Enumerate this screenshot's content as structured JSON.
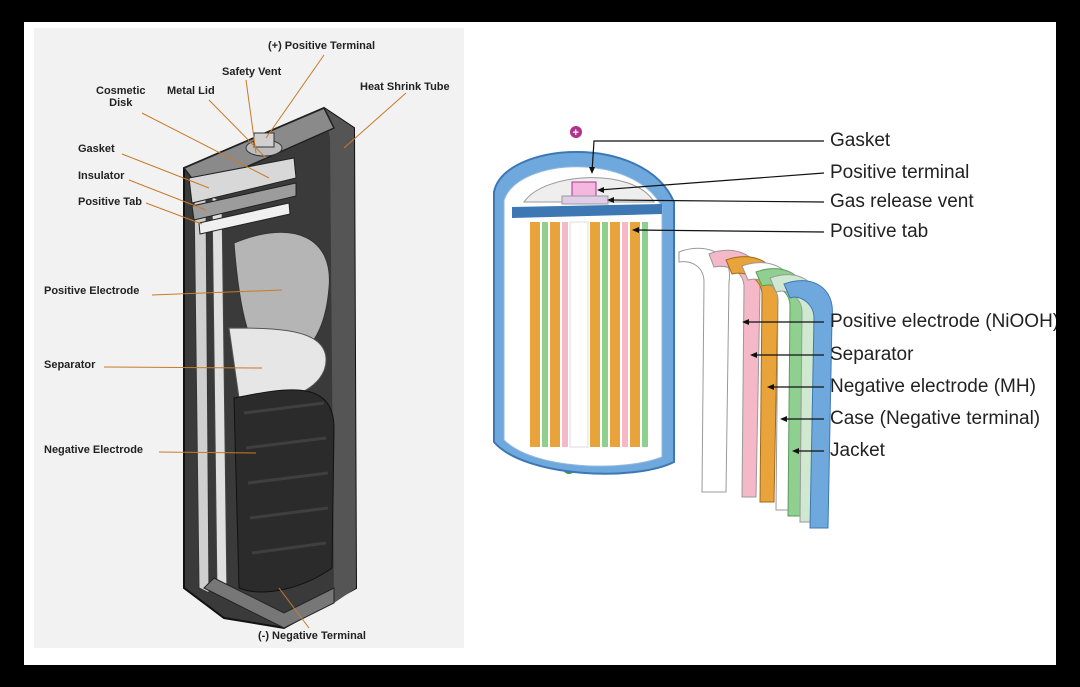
{
  "left_diagram": {
    "labels": {
      "positive_terminal": "(+) Positive Terminal",
      "safety_vent": "Safety Vent",
      "heat_shrink_tube": "Heat Shrink Tube",
      "cosmetic_disk_line1": "Cosmetic",
      "cosmetic_disk_line2": "Disk",
      "metal_lid": "Metal Lid",
      "gasket": "Gasket",
      "insulator": "Insulator",
      "positive_tab": "Positive Tab",
      "positive_electrode": "Positive Electrode",
      "separator": "Separator",
      "negative_electrode": "Negative Electrode",
      "negative_terminal": "(-) Negative Terminal"
    }
  },
  "right_diagram": {
    "labels": {
      "gasket": "Gasket",
      "positive_terminal": "Positive terminal",
      "gas_release_vent": "Gas release vent",
      "positive_tab": "Positive tab",
      "positive_electrode": "Positive electrode (NiOOH)",
      "separator": "Separator",
      "negative_electrode": "Negative electrode (MH)",
      "case": "Case (Negative terminal)",
      "jacket": "Jacket"
    },
    "colors": {
      "case_blue": "#6fa8dc",
      "electrode_orange": "#e8a33a",
      "electrode_green": "#8fcf8f",
      "separator_pink": "#f4b8c8",
      "plus_marker": "#b2318c",
      "minus_marker": "#2e9e3e"
    }
  }
}
